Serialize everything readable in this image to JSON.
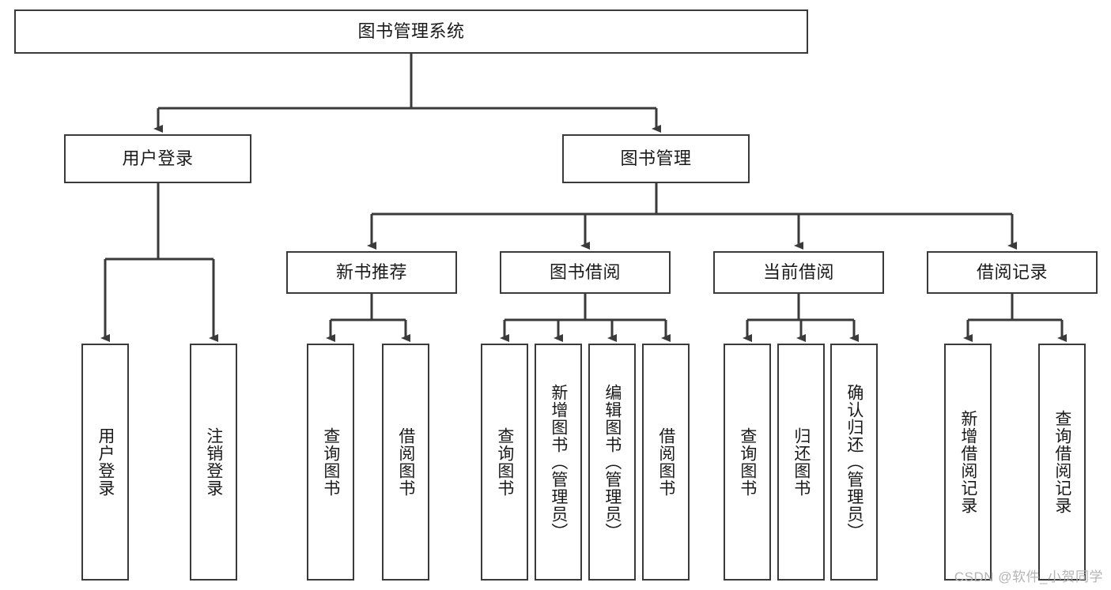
{
  "diagram": {
    "title": "图书管理系统",
    "type": "hierarchy-tree",
    "watermark": "CSDN @软件_小贺同学",
    "colors": {
      "box_border": "#3a3a3a",
      "box_fill": "#ffffff",
      "connector": "#3a3a3a",
      "text": "#1a1a1a",
      "watermark": "#b4b4b4"
    },
    "levels": [
      {
        "level": 1,
        "nodes": [
          {
            "id": "root",
            "label": "图书管理系统",
            "orientation": "horizontal"
          }
        ]
      },
      {
        "level": 2,
        "nodes": [
          {
            "id": "user-login",
            "label": "用户登录",
            "orientation": "horizontal",
            "parent": "root"
          },
          {
            "id": "book-manage",
            "label": "图书管理",
            "orientation": "horizontal",
            "parent": "root"
          }
        ]
      },
      {
        "level": 3,
        "nodes": [
          {
            "id": "new-book-rec",
            "label": "新书推荐",
            "orientation": "horizontal",
            "parent": "book-manage"
          },
          {
            "id": "book-borrow",
            "label": "图书借阅",
            "orientation": "horizontal",
            "parent": "book-manage"
          },
          {
            "id": "current-borrow",
            "label": "当前借阅",
            "orientation": "horizontal",
            "parent": "book-manage"
          },
          {
            "id": "borrow-record",
            "label": "借阅记录",
            "orientation": "horizontal",
            "parent": "book-manage"
          }
        ]
      },
      {
        "level": 4,
        "nodes": [
          {
            "id": "leaf-user-login",
            "label": "用户登录",
            "orientation": "vertical",
            "parent": "user-login"
          },
          {
            "id": "leaf-logout",
            "label": "注销登录",
            "orientation": "vertical",
            "parent": "user-login"
          },
          {
            "id": "leaf-query-book-1",
            "label": "查询图书",
            "orientation": "vertical",
            "parent": "new-book-rec"
          },
          {
            "id": "leaf-borrow-book-1",
            "label": "借阅图书",
            "orientation": "vertical",
            "parent": "new-book-rec"
          },
          {
            "id": "leaf-query-book-2",
            "label": "查询图书",
            "orientation": "vertical",
            "parent": "book-borrow"
          },
          {
            "id": "leaf-add-book",
            "label": "新增图书（管理员）",
            "orientation": "vertical",
            "parent": "book-borrow"
          },
          {
            "id": "leaf-edit-book",
            "label": "编辑图书（管理员）",
            "orientation": "vertical",
            "parent": "book-borrow"
          },
          {
            "id": "leaf-borrow-book-2",
            "label": "借阅图书",
            "orientation": "vertical",
            "parent": "book-borrow"
          },
          {
            "id": "leaf-query-book-3",
            "label": "查询图书",
            "orientation": "vertical",
            "parent": "current-borrow"
          },
          {
            "id": "leaf-return-book",
            "label": "归还图书",
            "orientation": "vertical",
            "parent": "current-borrow"
          },
          {
            "id": "leaf-confirm-return",
            "label": "确认归还（管理员）",
            "orientation": "vertical",
            "parent": "current-borrow"
          },
          {
            "id": "leaf-add-record",
            "label": "新增借阅记录",
            "orientation": "vertical",
            "parent": "borrow-record"
          },
          {
            "id": "leaf-query-record",
            "label": "查询借阅记录",
            "orientation": "vertical",
            "parent": "borrow-record"
          }
        ]
      }
    ]
  }
}
